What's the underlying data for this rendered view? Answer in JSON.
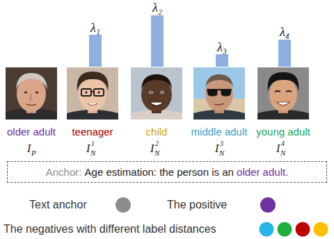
{
  "diagram": {
    "nodes": [
      {
        "text": [
          "Anchor:",
          "Age estimation: the person is an",
          "older adult."
        ]
      }
    ],
    "labels": [
      "λ₁",
      "λ₂",
      "λ₃",
      "λ₄",
      "older adult",
      "teenager",
      "child",
      "middle adult",
      "young adult",
      "I",
      "P",
      "I",
      "N",
      "1",
      "I",
      "N",
      "2",
      "I",
      "N",
      "3",
      "I",
      "N",
      "4"
    ],
    "legend": [
      {
        "text": "Text anchor",
        "color": "#8c8c8c"
      },
      {
        "text": "The positive",
        "color": "#7030a0"
      },
      {
        "text": "The negatives with different label distances"
      }
    ]
  }
}
